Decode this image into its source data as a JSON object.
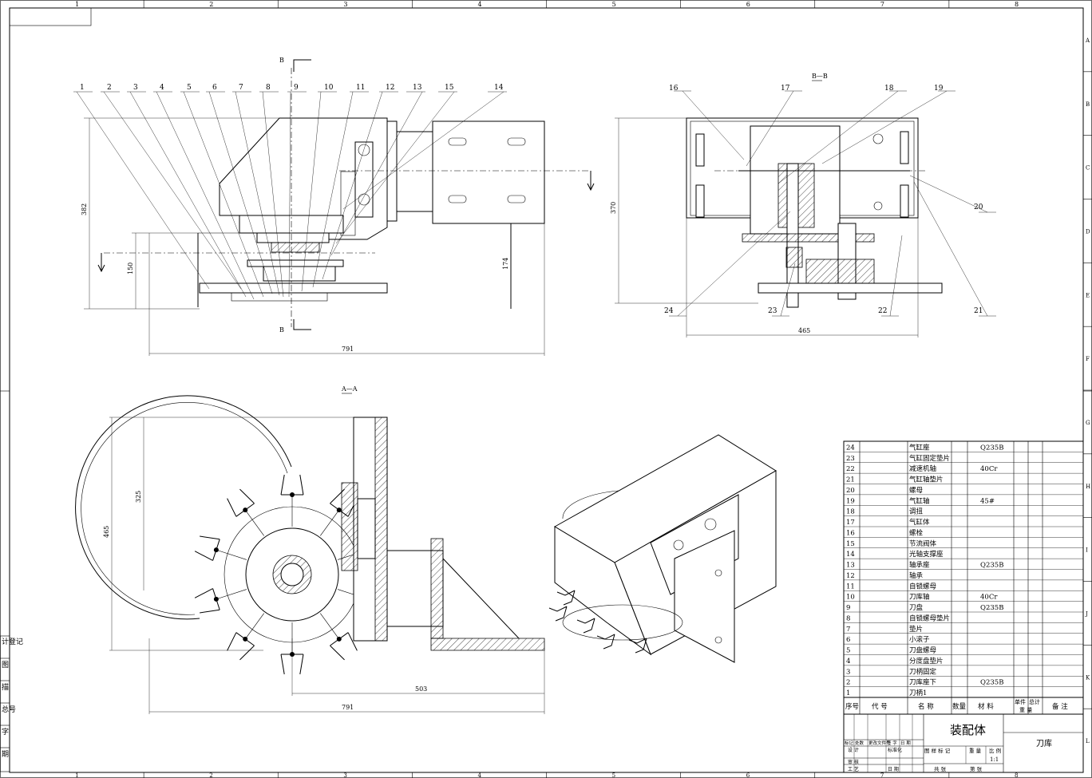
{
  "frame": {
    "top_zones": [
      "1",
      "2",
      "3",
      "4",
      "5",
      "6",
      "7",
      "8"
    ],
    "side_zones": [
      "A",
      "B",
      "C",
      "D",
      "E",
      "F",
      "G",
      "H",
      "I",
      "J",
      "K",
      "L"
    ],
    "left_strip": [
      "计登记",
      "图",
      "描",
      "总号",
      "字",
      "期"
    ]
  },
  "front_view": {
    "callouts": [
      "1",
      "2",
      "3",
      "4",
      "5",
      "6",
      "7",
      "8",
      "9",
      "10",
      "11",
      "12",
      "13",
      "15",
      "14"
    ],
    "section_letter": "B",
    "dimensions": [
      "382",
      "150",
      "174",
      "791"
    ]
  },
  "side_view": {
    "label": "B—B",
    "callouts": [
      "16",
      "17",
      "18",
      "19",
      "20",
      "21",
      "22",
      "23",
      "24"
    ],
    "dimensions": [
      "370",
      "465"
    ]
  },
  "top_view": {
    "label": "A—A",
    "dimensions": [
      "465",
      "325",
      "503",
      "791"
    ]
  },
  "bom": {
    "rows": [
      {
        "no": "24",
        "name": "气缸座",
        "material": "Q235B"
      },
      {
        "no": "23",
        "name": "气缸固定垫片",
        "material": ""
      },
      {
        "no": "22",
        "name": "减速机轴",
        "material": "40Cr"
      },
      {
        "no": "21",
        "name": "气缸轴垫片",
        "material": ""
      },
      {
        "no": "20",
        "name": "螺母",
        "material": ""
      },
      {
        "no": "19",
        "name": "气缸轴",
        "material": "45#"
      },
      {
        "no": "18",
        "name": "调扭",
        "material": ""
      },
      {
        "no": "17",
        "name": "气缸体",
        "material": ""
      },
      {
        "no": "16",
        "name": "螺栓",
        "material": ""
      },
      {
        "no": "15",
        "name": "节流阀体",
        "material": ""
      },
      {
        "no": "14",
        "name": "光轴支撑座",
        "material": ""
      },
      {
        "no": "13",
        "name": "轴承座",
        "material": "Q235B"
      },
      {
        "no": "12",
        "name": "轴承",
        "material": ""
      },
      {
        "no": "11",
        "name": "自锁螺母",
        "material": ""
      },
      {
        "no": "10",
        "name": "刀库轴",
        "material": "40Cr"
      },
      {
        "no": "9",
        "name": "刀盘",
        "material": "Q235B"
      },
      {
        "no": "8",
        "name": "自锁螺母垫片",
        "material": ""
      },
      {
        "no": "7",
        "name": "垫片",
        "material": ""
      },
      {
        "no": "6",
        "name": "小滚子",
        "material": ""
      },
      {
        "no": "5",
        "name": "刀盘螺母",
        "material": ""
      },
      {
        "no": "4",
        "name": "分度盘垫片",
        "material": ""
      },
      {
        "no": "3",
        "name": "刀柄固定",
        "material": ""
      },
      {
        "no": "2",
        "name": "刀库座下",
        "material": "Q235B"
      },
      {
        "no": "1",
        "name": "刀柄1",
        "material": ""
      }
    ],
    "header": {
      "no": "序号",
      "code": "代 号",
      "name": "名 称",
      "qty": "数量",
      "material": "材 料",
      "single": "单件",
      "total": "总计",
      "weight": "重 量",
      "remark": "备 注"
    }
  },
  "title_block": {
    "drawing_title": "装配体",
    "part_name": "刀库",
    "scale_label": "比 例",
    "scale": "1:1",
    "weight_label": "重 量",
    "stage_label": "图 样 标 记",
    "sheets_total": "共   张",
    "sheet_no": "第   张",
    "rows_left": [
      "标记",
      "处数",
      "更改文件号",
      "签 字",
      "日 期"
    ],
    "roles": [
      "设 计",
      "标准化",
      "审 核",
      "工 艺",
      "日 期"
    ]
  }
}
